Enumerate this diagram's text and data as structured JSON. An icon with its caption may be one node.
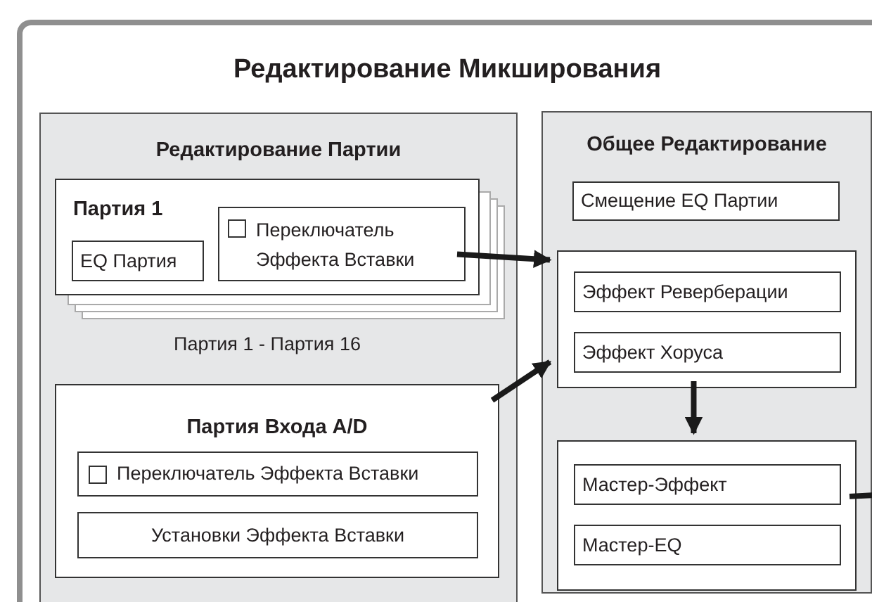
{
  "diagram": {
    "nodes": [
      {
        "text": [
          "Редактирование Микширования"
        ]
      },
      {
        "text": [
          "Редактирование Партии"
        ],
        "in": 0
      },
      {
        "text": [
          "Партия 1"
        ],
        "in": 1,
        "beside": [
          "Партия 1 - Партия 16"
        ]
      },
      {
        "text": [
          "EQ Партия"
        ],
        "in": 2
      },
      {
        "text": [
          "Переключатель Эффекта Вставки"
        ],
        "in": 2
      },
      {
        "text": [
          "Партия Входа A/D"
        ],
        "in": 1
      },
      {
        "text": [
          "Переключатель Эффекта Вставки"
        ],
        "in": 5
      },
      {
        "text": [
          "Установки Эффекта Вставки"
        ],
        "in": 5
      },
      {
        "text": [
          "Общее Редактирование"
        ],
        "in": 0
      },
      {
        "text": [
          "Смещение EQ Партии"
        ],
        "in": 8
      },
      {
        "text": [],
        "shape": "box",
        "in": 8
      },
      {
        "text": [
          "Эффект Реверберации"
        ],
        "in": 10
      },
      {
        "text": [
          "Эффект Хоруса"
        ],
        "in": 10
      },
      {
        "text": [],
        "shape": "box",
        "in": 8
      },
      {
        "text": [
          "Мастер-Эффект"
        ],
        "in": 13
      },
      {
        "text": [
          "Мастер-EQ"
        ],
        "in": 13
      }
    ],
    "edges": [
      {
        "from": 4,
        "to": 10,
        "arrow": "to"
      },
      {
        "from": 5,
        "to": 10,
        "arrow": "to"
      },
      {
        "from": 10,
        "to": 13,
        "arrow": "to"
      },
      {
        "from": 13,
        "to": null,
        "arrow": "none"
      }
    ]
  }
}
